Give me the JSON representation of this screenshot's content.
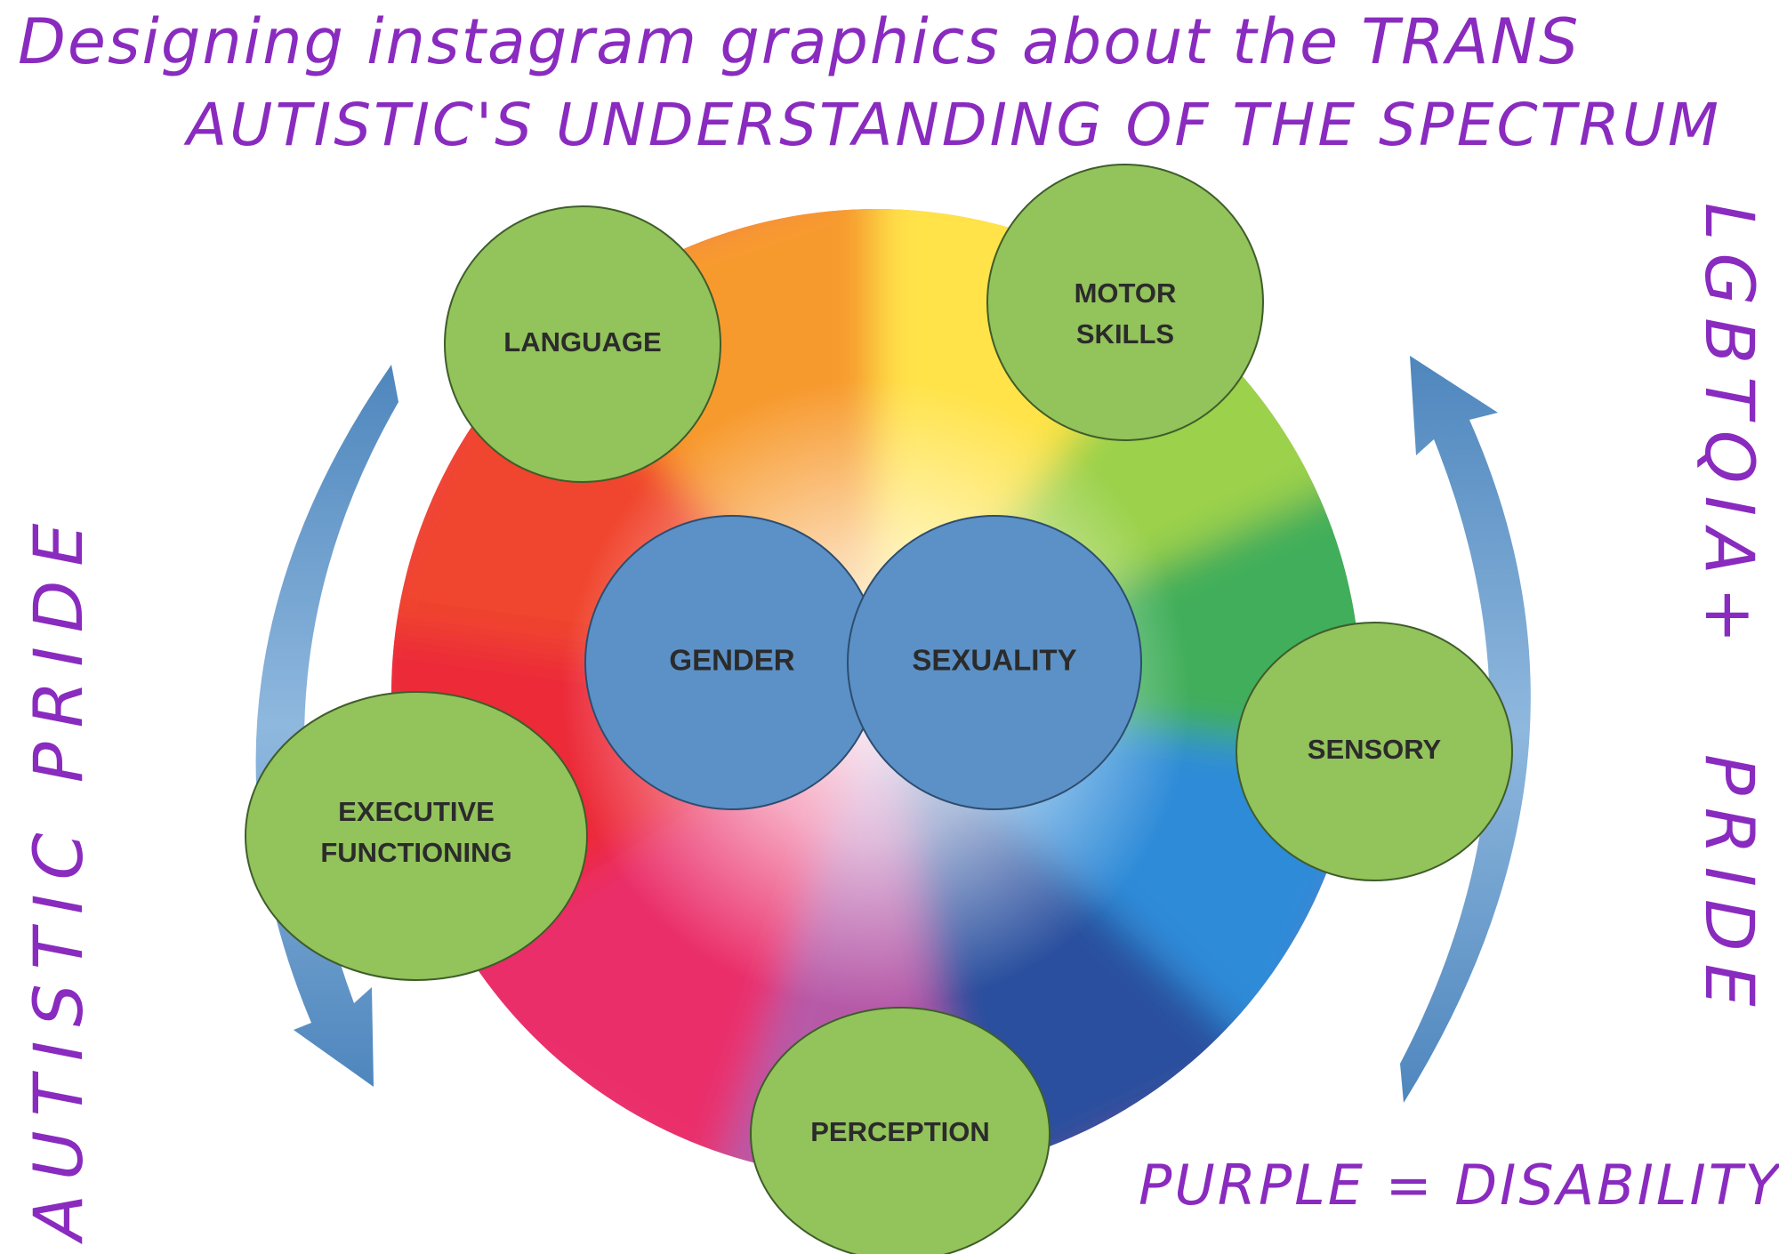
{
  "title_line1": "Designing instagram graphics about the TRANS",
  "title_line2": "AUTISTIC'S UNDERSTANDING OF THE SPECTRUM",
  "left_side": "AUTISTIC PRIDE",
  "right_side_top": "LGBTQIA+",
  "right_side_bottom": "PRIDE",
  "bottom_right": "PURPLE = DISABILITY",
  "colors": {
    "handwriting": "#8a2bbf",
    "outer_node": "#93c35b",
    "inner_node": "#5b91c6",
    "arrow": "#5b96c8"
  },
  "nodes": {
    "language": "LANGUAGE",
    "motor_line1": "MOTOR",
    "motor_line2": "SKILLS",
    "executive_line1": "EXECUTIVE",
    "executive_line2": "FUNCTIONING",
    "sensory": "SENSORY",
    "perception": "PERCEPTION",
    "gender": "GENDER",
    "sexuality": "SEXUALITY"
  }
}
